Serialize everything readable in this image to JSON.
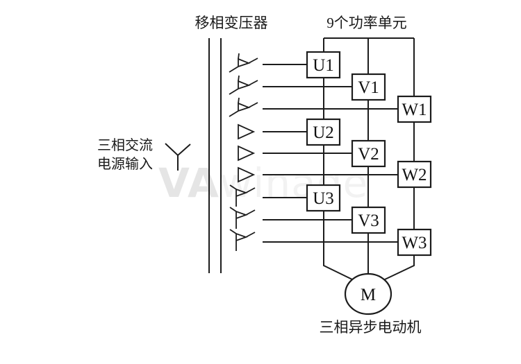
{
  "colors": {
    "line": "#1c1c1c",
    "background": "#ffffff",
    "text": "#1a1a1a"
  },
  "labels": {
    "transformer": "移相变压器",
    "power_units": "9个功率单元",
    "source_line1": "三相交流",
    "source_line2": "电源输入",
    "motor": "M",
    "motor_caption": "三相异步电动机"
  },
  "watermark": {
    "bold_part": "VA",
    "light_part": "winage"
  },
  "units": [
    {
      "label": "U1"
    },
    {
      "label": "V1"
    },
    {
      "label": "W1"
    },
    {
      "label": "U2"
    },
    {
      "label": "V2"
    },
    {
      "label": "W2"
    },
    {
      "label": "U3"
    },
    {
      "label": "V3"
    },
    {
      "label": "W3"
    }
  ],
  "windings": {
    "extended_delta_top_count": 3,
    "delta_count": 3,
    "extended_delta_bottom_count": 3
  }
}
